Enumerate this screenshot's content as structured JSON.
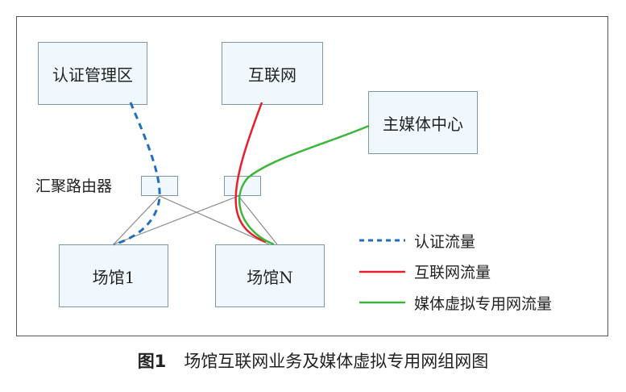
{
  "diagram": {
    "nodes": {
      "auth_zone": "认证管理区",
      "internet": "互联网",
      "media_center": "主媒体中心",
      "venue_1": "场馆1",
      "venue_n": "场馆N"
    },
    "router_label": "汇聚路由器",
    "legend": [
      {
        "label": "认证流量",
        "color": "#1f6fc0",
        "style": "dashed"
      },
      {
        "label": "互联网流量",
        "color": "#e8202a",
        "style": "solid"
      },
      {
        "label": "媒体虚拟专用网流量",
        "color": "#3db53a",
        "style": "solid"
      }
    ],
    "link_color": "#8a8a8a"
  },
  "caption": {
    "figure_number": "图1",
    "title": "场馆互联网业务及媒体虚拟专用网组网图"
  }
}
